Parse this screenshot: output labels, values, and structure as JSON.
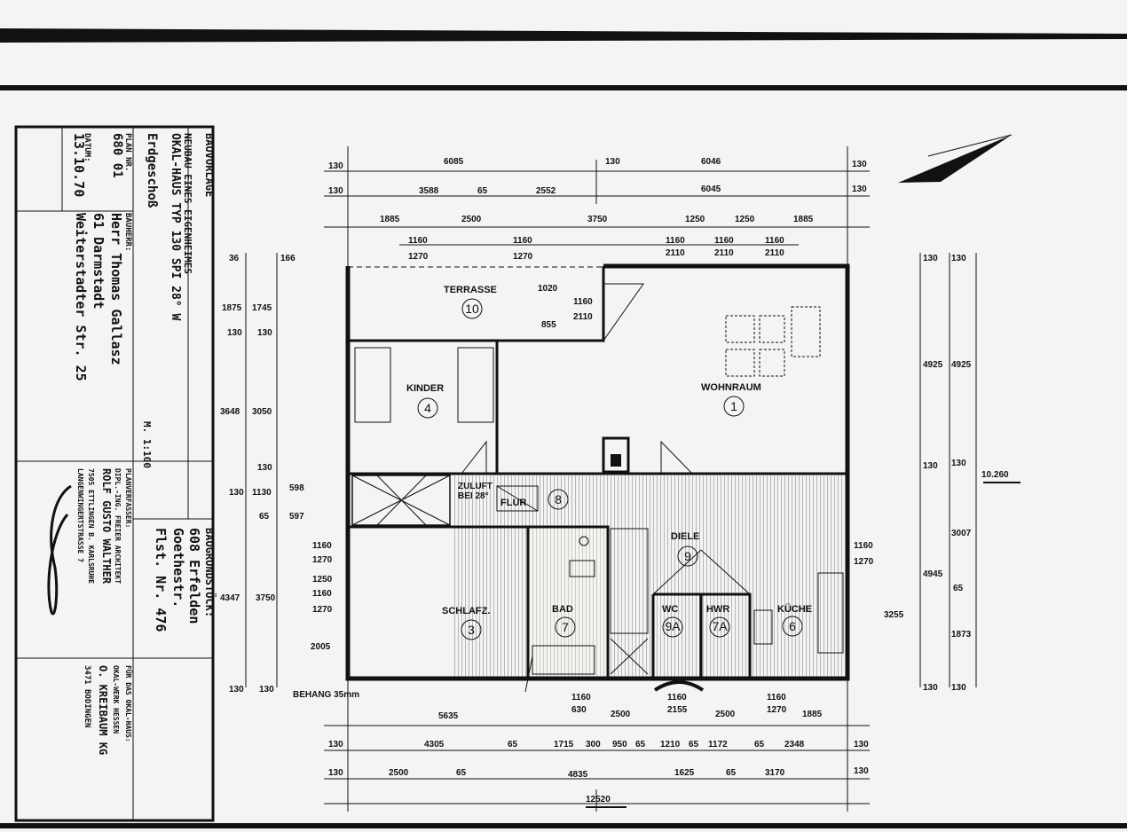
{
  "title_block": {
    "header": "BAUVORLAGE",
    "project_line1": "NEUBAU EINES EIGENHEIMES",
    "project_line2": "OKAL-HAUS  TYP  130 SPI 28° W",
    "floor": "Erdgeschoß",
    "scale": "M. 1:100",
    "plan_nr_label": "PLAN NR.",
    "plan_nr": "680 01",
    "owner_label": "BAUHERR:",
    "owner_name": "Herr Thomas Gallasz",
    "owner_city": "61 Darmstadt",
    "datum_label": "DATUM:",
    "date": "13.10.70",
    "owner_street": "Weiterstadter Str. 25",
    "site_label": "BAUGRUNDSTÜCK:",
    "site_city": "608 Erfelden",
    "site_street": "Goethestr.",
    "site_parcel": "Flst. Nr. 476",
    "planner_label": "PLANVERFASSER:",
    "planner_line1": "DIPL.-ING. FREIER ARCHITEKT",
    "planner_line2": "ROLF GUSTO WALTHER",
    "planner_line3": "7505 ETTLINGEN B. KARLSRUHE",
    "planner_line4": "LANGENWINGERTSTRASSE 7",
    "firm_line1": "FÜR DAS OKAL-HAUS:",
    "firm_line2": "OKAL-WERK HESSEN",
    "firm_line3": "O. KREIBAUM KG",
    "firm_line4": "3471 BODINGEN"
  },
  "rooms": [
    {
      "name": "TERRASSE",
      "number": "10"
    },
    {
      "name": "KINDER",
      "number": "4"
    },
    {
      "name": "WOHNRAUM",
      "number": "1"
    },
    {
      "name": "SCHLAFZ.",
      "number": "3"
    },
    {
      "name": "FLUR",
      "number": "8"
    },
    {
      "name": "DIELE",
      "number": "9"
    },
    {
      "name": "BAD",
      "number": "7"
    },
    {
      "name": "WC",
      "number": "9A"
    },
    {
      "name": "HWR",
      "number": "7A"
    },
    {
      "name": "KÜCHE",
      "number": "6"
    }
  ],
  "labels": {
    "zuluft": "ZULUFT",
    "zuluft2": "BEI 28°",
    "behang": "BEHANG 35mm",
    "total_width": "12520",
    "total_depth": "10.260"
  },
  "dims_top": {
    "r1": [
      "130",
      "6085",
      "130",
      "6046",
      "130"
    ],
    "r2": [
      "130",
      "3588",
      "65",
      "2552",
      "6045",
      "130"
    ],
    "r3": [
      "1885",
      "2500",
      "3750",
      "1250",
      "1250",
      "1885"
    ],
    "windows": [
      "1160",
      "1270",
      "1160",
      "1270",
      "1160",
      "2110",
      "1160",
      "2110",
      "1160",
      "2110"
    ]
  },
  "dims_left": [
    "36",
    "166",
    "1875",
    "1745",
    "130",
    "130",
    "3648",
    "3050",
    "130",
    "130",
    "1130",
    "598",
    "65",
    "597",
    "4347",
    "3750",
    "130",
    "130"
  ],
  "dims_inner": [
    "1020",
    "1160",
    "2110",
    "855",
    "1160",
    "1270",
    "1250",
    "1160",
    "1270",
    "2005",
    "1160",
    "1270",
    "3255"
  ],
  "dims_right": [
    "130",
    "130",
    "4925",
    "4925",
    "130",
    "130",
    "3007",
    "4945",
    "65",
    "1873",
    "130",
    "130"
  ],
  "dims_bottom": {
    "windows": [
      "1160",
      "630",
      "1160",
      "2155",
      "1160",
      "1270"
    ],
    "r1": [
      "5635",
      "2500",
      "2500",
      "1885"
    ],
    "r2": [
      "130",
      "4305",
      "65",
      "1715",
      "300",
      "950",
      "65",
      "1210",
      "65",
      "1172",
      "65",
      "2348",
      "130"
    ],
    "r3": [
      "130",
      "2500",
      "65",
      "4835",
      "1625",
      "65",
      "3170",
      "130"
    ]
  }
}
